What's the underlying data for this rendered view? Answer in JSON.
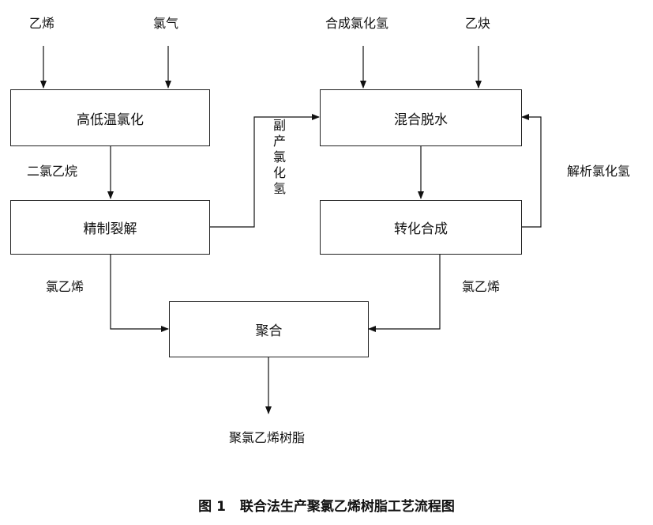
{
  "inputs": {
    "ethylene": "乙烯",
    "chlorine": "氯气",
    "hcl_synth": "合成氯化氢",
    "acetylene": "乙炔"
  },
  "boxes": {
    "chlorination": "高低温氯化",
    "cracking": "精制裂解",
    "mixing": "混合脱水",
    "conversion": "转化合成",
    "polymerization": "聚合"
  },
  "flows": {
    "edc": "二氯乙烷",
    "byproduct_hcl": "副产氯化氢",
    "desorbed_hcl": "解析氯化氢",
    "vcm_left": "氯乙烯",
    "vcm_right": "氯乙烯",
    "product": "聚氯乙烯树脂"
  },
  "caption": {
    "number": "图 1",
    "title": "联合法生产聚氯乙烯树脂工艺流程图"
  }
}
